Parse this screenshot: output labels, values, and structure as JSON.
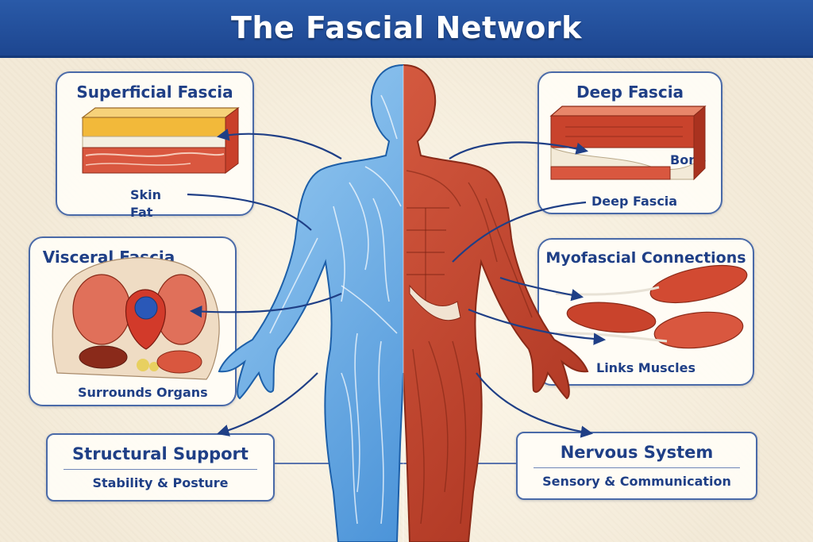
{
  "title": "The Fascial Network",
  "cards": {
    "superficial": {
      "title": "Superficial Fascia",
      "labels": [
        "Skin",
        "Fat"
      ]
    },
    "deep": {
      "title": "Deep Fascia",
      "labels": [
        "Bone",
        "Deep Fascia"
      ]
    },
    "visceral": {
      "title": "Visceral Fascia",
      "labels": [
        "Surrounds Organs"
      ]
    },
    "myofascial": {
      "title": "Myofascial Connections",
      "labels": [
        "Links Muscles"
      ]
    },
    "structural": {
      "title": "Structural Support",
      "subtitle": "Stability & Posture"
    },
    "nervous": {
      "title": "Nervous System",
      "subtitle": "Sensory & Communication"
    }
  },
  "colors": {
    "header": "#1d4690",
    "accent": "#1f3f86",
    "fascia_blue": "#3d8fd8",
    "muscle_red": "#c8452c",
    "background": "#f3ead8"
  }
}
